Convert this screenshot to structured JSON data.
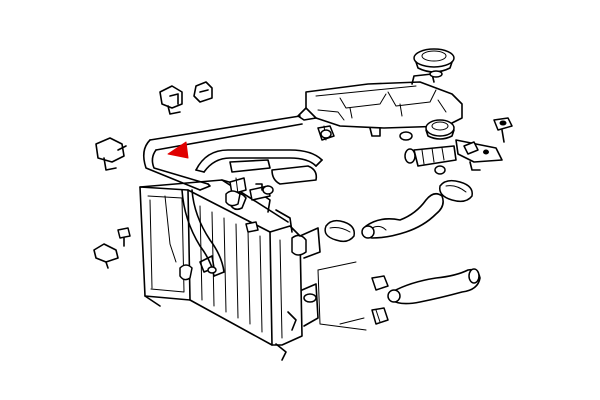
{
  "diagram": {
    "background": "#ffffff",
    "line_color": "#000000",
    "pointer_color": "#e00000",
    "parts": [
      {
        "name": "radiator",
        "icon": "radiator-icon"
      },
      {
        "name": "expansion-tank",
        "icon": "tank-icon"
      },
      {
        "name": "tank-cap",
        "icon": "cap-icon"
      },
      {
        "name": "upper-bypass-hose",
        "icon": "hose-icon"
      },
      {
        "name": "lower-radiator-hose",
        "icon": "hose-icon"
      },
      {
        "name": "thermostat-housing",
        "icon": "housing-icon"
      },
      {
        "name": "hose-clamps",
        "icon": "clamp-icon"
      },
      {
        "name": "mounting-brackets",
        "icon": "bracket-icon"
      },
      {
        "name": "bolts",
        "icon": "bolt-icon"
      },
      {
        "name": "red-pointer",
        "icon": "arrow-icon"
      }
    ]
  }
}
